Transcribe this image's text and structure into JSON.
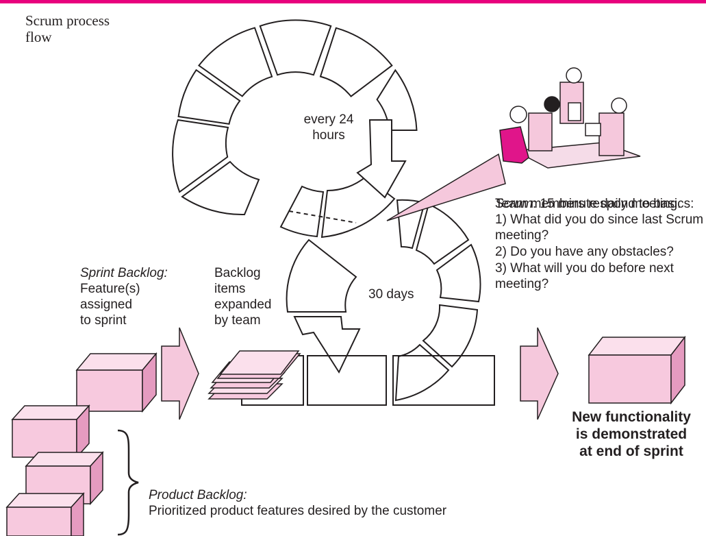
{
  "colors": {
    "accent": "#e8007d",
    "box_fill": "#f7c9de",
    "box_side": "#e59bc0",
    "arrow_fill": "#f5c8dc",
    "callout_fill": "#f5c8dc",
    "figure_magenta": "#e0158a",
    "stroke": "#231f20"
  },
  "title": "Scrum process\nflow",
  "cycle_daily": {
    "label": "every 24\nhours"
  },
  "cycle_sprint": {
    "label": "30 days"
  },
  "sprint_backlog": {
    "heading": "Sprint Backlog:",
    "text": "Feature(s)\nassigned\nto sprint"
  },
  "backlog_items": {
    "text": "Backlog\nitems\nexpanded\nby team"
  },
  "scrum_meeting": {
    "term": "Scrum",
    "intro": ": 15 minute daily meeting.",
    "line2": "Team members respond to basics:",
    "q1": "1) What did you do since last Scrum\n    meeting?",
    "q2": "2) Do you have any obstacles?",
    "q3": "3) What will you do before next\n    meeting?",
    "illustration": "team-meeting-illustration"
  },
  "product_backlog": {
    "heading": "Product Backlog:",
    "text": "Prioritized product features desired by the customer"
  },
  "result": {
    "text": "New functionality\nis demonstrated\nat end of sprint"
  }
}
